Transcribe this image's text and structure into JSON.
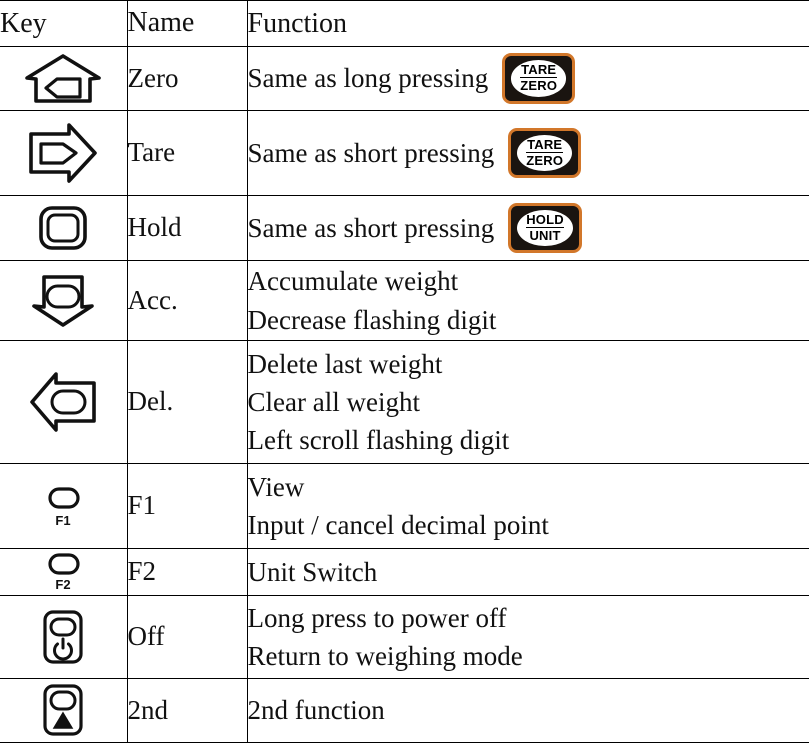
{
  "table": {
    "headers": {
      "key": "Key",
      "name": "Name",
      "function": "Function"
    },
    "rows": [
      {
        "key_icon": "zero-up-arrow-key-icon",
        "name": "Zero",
        "functions": [
          "Same as long pressing"
        ],
        "button": {
          "name": "tare-zero-button",
          "top": "TARE",
          "bottom": "ZERO"
        }
      },
      {
        "key_icon": "tare-right-arrow-key-icon",
        "name": "Tare",
        "functions": [
          "Same as short pressing"
        ],
        "button": {
          "name": "tare-zero-button",
          "top": "TARE",
          "bottom": "ZERO"
        }
      },
      {
        "key_icon": "hold-rounded-square-key-icon",
        "name": "Hold",
        "functions": [
          "Same as short pressing"
        ],
        "button": {
          "name": "hold-unit-button",
          "top": "HOLD",
          "bottom": "UNIT"
        }
      },
      {
        "key_icon": "acc-down-arrow-key-icon",
        "name": "Acc.",
        "functions": [
          "Accumulate weight",
          "Decrease flashing digit"
        ],
        "button": null
      },
      {
        "key_icon": "del-left-arrow-key-icon",
        "name": "Del.",
        "functions": [
          "Delete last weight",
          "Clear all weight",
          "Left scroll flashing digit"
        ],
        "button": null
      },
      {
        "key_icon": "f1-oval-key-icon",
        "key_label": "F1",
        "name": "F1",
        "functions": [
          "View",
          "Input / cancel decimal point"
        ],
        "button": null
      },
      {
        "key_icon": "f2-oval-key-icon",
        "key_label": "F2",
        "name": "F2",
        "functions": [
          "Unit Switch"
        ],
        "button": null
      },
      {
        "key_icon": "off-power-key-icon",
        "name": "Off",
        "functions": [
          "Long press to power off",
          "Return to weighing mode"
        ],
        "button": null
      },
      {
        "key_icon": "second-function-triangle-key-icon",
        "name": "2nd",
        "functions": [
          "2nd function"
        ],
        "button": null
      }
    ]
  },
  "colors": {
    "button_border": "#d2772a",
    "button_body": "#1a1410",
    "ink": "#111111",
    "background": "#ffffff"
  }
}
